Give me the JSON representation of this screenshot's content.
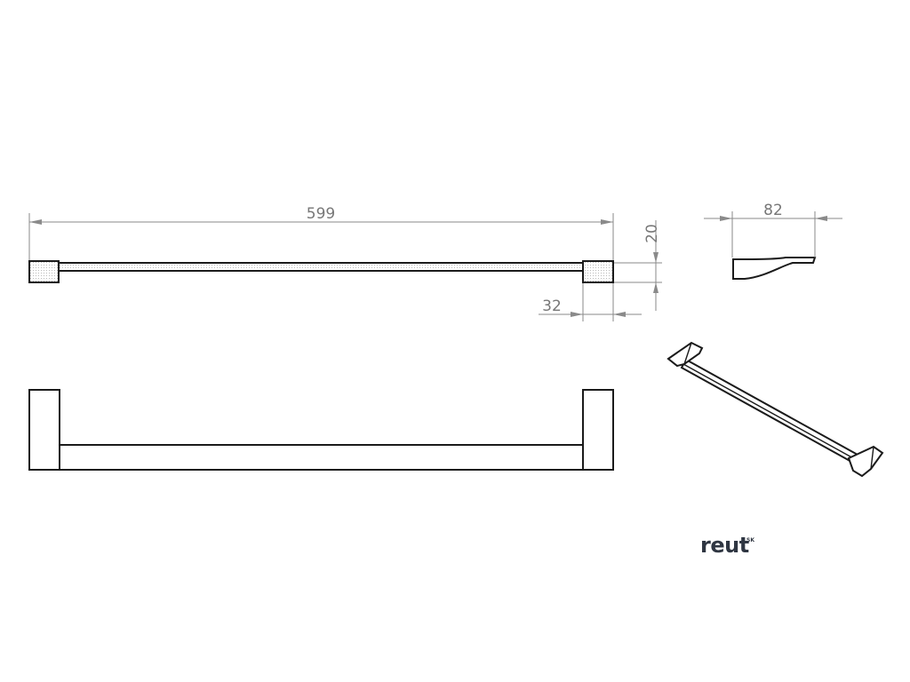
{
  "dimensions": {
    "length": "599",
    "height": "20",
    "end_width": "32",
    "projection": "82"
  },
  "brand": {
    "name": "reut",
    "suffix": "SK"
  },
  "colors": {
    "outline": "#1b1b1b",
    "dimension": "#8a8a8a",
    "brand": "#2f3642"
  }
}
